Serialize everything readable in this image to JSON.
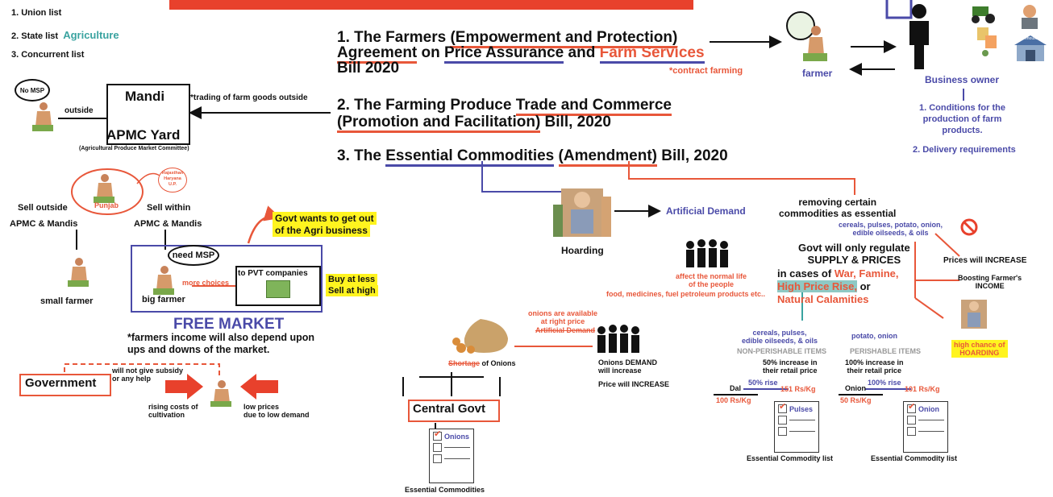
{
  "lists": {
    "item1": "1. Union list",
    "item2": "2. State list",
    "agri": "Agriculture",
    "item3": "3. Concurrent list"
  },
  "bill1": {
    "line1_pre": "1. The Farmers ",
    "line1_ul": "(Empowerment and Protection)",
    "line2_a": "Agreement",
    "line2_b": " on ",
    "line2_c": "Price Assurance",
    "line2_d": " and ",
    "line2_e": "Farm Services",
    "line3": "Bill 2020",
    "note": "*contract farming"
  },
  "bill2": {
    "line1_pre": "2. The Farming Produce ",
    "line1_ul": "Trade and Commerce",
    "line2_ul": "(Promotion and Facilitation)",
    "line2_post": " Bill, 2020"
  },
  "bill3": {
    "pre": "3. The ",
    "ul1": "Essential Commodities",
    "mid": " ",
    "ul2": "(Amendment)",
    "post": " Bill, 2020"
  },
  "contract": {
    "farmer": "farmer",
    "owner": "Business owner",
    "cond1": "1. Conditions for the",
    "cond2": "production of farm",
    "cond3": "products.",
    "delivery": "2. Delivery requirements",
    "warehouse": "Warehouse"
  },
  "mandi": {
    "no_msp": "No MSP",
    "outside": "outside",
    "mandi": "Mandi",
    "apmc": "APMC Yard",
    "apmc_full": "(Agricultural Produce Market Committee)",
    "trading_note": "*trading of farm goods outside"
  },
  "market": {
    "sell_outside": "Sell outside",
    "apmc1": "APMC & Mandis",
    "sell_within": "Sell within",
    "apmc2": "APMC & Mandis",
    "punjab": "Punjab",
    "states": [
      "Rajasthan",
      "Haryana",
      "U.P."
    ],
    "small_farmer": "small farmer",
    "big_farmer": "big farmer",
    "need_msp": "need MSP",
    "more_choices": "more choices",
    "pvt": "to PVT companies",
    "govt_exit_1": "Govt wants to get out",
    "govt_exit_2": "of the Agri business",
    "buy_less": "Buy at less",
    "sell_high": "Sell at high",
    "free_market": "FREE MARKET",
    "income1": "*farmers income will also depend upon",
    "income2": "ups and downs of the market."
  },
  "govt": {
    "label": "Government",
    "subsidy1": "will not give subsidy",
    "subsidy2": "or any help",
    "rising1": "rising costs of",
    "rising2": "cultivation",
    "low1": "low prices",
    "low2": "due to low demand"
  },
  "hoarding": {
    "label": "Hoarding",
    "artificial": "Artificial Demand",
    "affect1": "affect the normal life",
    "affect2": "of the people",
    "affect3": "food, medicines, fuel petroleum products etc.."
  },
  "onions": {
    "avail1": "onions are available",
    "avail2": "at right price",
    "artificial": "Artificial Demand",
    "shortage_a": "Shortage",
    "shortage_b": " of Onions",
    "demand1": "Onions DEMAND",
    "demand2": "will increase",
    "price": "Price will INCREASE",
    "central": "Central Govt",
    "list_item": "Onions",
    "list_caption": "Essential Commodities"
  },
  "regulation": {
    "removing1": "removing certain",
    "removing2": "commodities as essential",
    "items1": "cereals, pulses, potato, onion,",
    "items2": "edible oilseeds, & oils",
    "govt1": "Govt will only regulate",
    "govt2": "SUPPLY & PRICES",
    "cases_pre": "in cases of ",
    "war": "War, Famine,",
    "high_price": "High Price Rise,",
    "or": " or",
    "natural": "Natural Calamities",
    "prices_increase": "Prices will INCREASE",
    "boost1": "Boosting Farmer's",
    "boost2": "INCOME",
    "hoard1": "high chance of",
    "hoard2": "HOARDING"
  },
  "nonperish": {
    "items1": "cereals, pulses,",
    "items2": "edible oilseeds, & oils",
    "heading": "NON-PERISHABLE ITEMS",
    "rise1": "50% increase in",
    "rise2": "their retail price",
    "dal": "Dal",
    "old": "100 Rs/Kg",
    "pct": "50% rise",
    "new": "151 Rs/Kg",
    "list_item": "Pulses",
    "caption": "Essential Commodity list"
  },
  "perish": {
    "items": "potato, onion",
    "heading": "PERISHABLE ITEMS",
    "rise1": "100% increase in",
    "rise2": "their retail price",
    "onion": "Onion",
    "old": "50 Rs/Kg",
    "pct": "100% rise",
    "new": "101 Rs/Kg",
    "list_item": "Onion",
    "caption": "Essential Commodity list"
  },
  "colors": {
    "red": "#e8573a",
    "blue": "#4a4aa8",
    "teal": "#3aa3a0",
    "yellow": "#fff41f"
  }
}
